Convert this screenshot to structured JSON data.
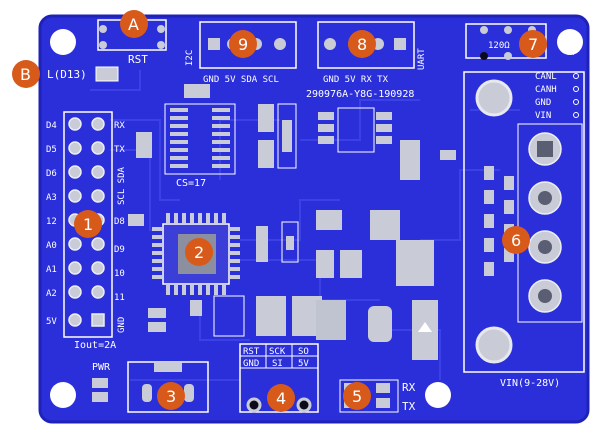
{
  "colors": {
    "board": "#2b2fd9",
    "board_edge": "#1f22b8",
    "trace": "#3a3fe6",
    "pad": "#c9ccd6",
    "hole": "#0b0b1a",
    "chip": "#8c8fa0",
    "badge": "#d85a1a"
  },
  "silkscreen": {
    "rst": "RST",
    "led": "L(D13)",
    "i2c": "I2C",
    "uart": "UART",
    "i2c_pins": "GND 5V SDA SCL",
    "uart_pins": "GND 5V RX TX",
    "board_id": "290976A-Y8G-190928",
    "cs": "CS=17",
    "r120_a": "120Ω",
    "r120_b": "120Ω",
    "can_l": "CANL",
    "can_h": "CANH",
    "can_gnd": "GND",
    "can_vin": "VIN",
    "left_pins": [
      "D4",
      "D5",
      "D6",
      "A3",
      "12",
      "A0",
      "A1",
      "A2",
      "5V"
    ],
    "right_pins": [
      "RX",
      "TX",
      "SCL SDA",
      "D8",
      "D9",
      "10",
      "11",
      "GND"
    ],
    "iout": "Iout=2A",
    "pwr": "PWR",
    "isp_top": [
      "RST",
      "SCK",
      "SO"
    ],
    "isp_bot": [
      "GND",
      "SI",
      "5V"
    ],
    "rx": "RX",
    "tx": "TX",
    "vin": "VIN(9-28V)"
  },
  "badges": [
    {
      "label": "A"
    },
    {
      "label": "B"
    },
    {
      "label": "1"
    },
    {
      "label": "2"
    },
    {
      "label": "3"
    },
    {
      "label": "4"
    },
    {
      "label": "5"
    },
    {
      "label": "6"
    },
    {
      "label": "7"
    },
    {
      "label": "8"
    },
    {
      "label": "9"
    }
  ]
}
